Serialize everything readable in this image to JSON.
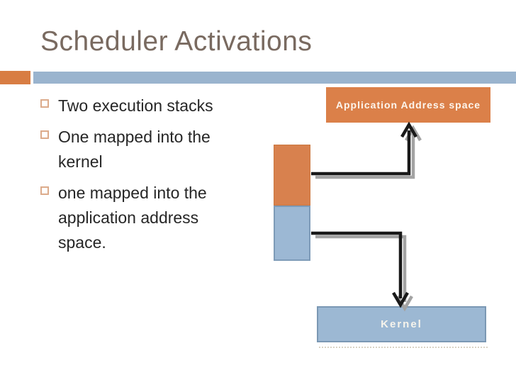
{
  "slide": {
    "title": "Scheduler Activations",
    "bullets": [
      "Two execution stacks",
      "One mapped into the kernel",
      "one mapped into the application address space."
    ],
    "diagram": {
      "app_box_label": "Application Address space",
      "kernel_box_label": "Kernel"
    },
    "colors": {
      "accent_orange": "#d8804a",
      "divider_orange": "#d87d43",
      "divider_blue": "#9ab4ce",
      "box_blue": "#9cb8d4",
      "box_blue_border": "#7e9bb8",
      "title_text": "#796a60",
      "body_text": "#262626",
      "bullet_outline": "#dcab8b",
      "box_label_text": "#fdf6ee",
      "arrow_black": "#191919",
      "arrow_shadow": "#a3a3a3"
    }
  }
}
